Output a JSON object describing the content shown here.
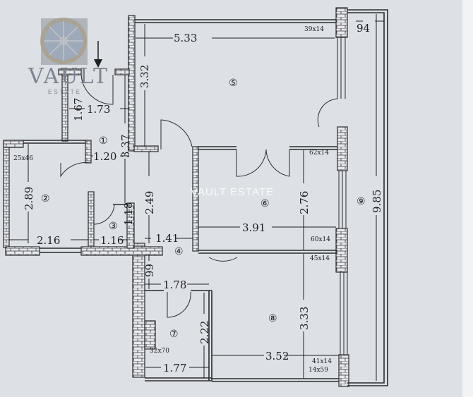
{
  "watermark": {
    "logo_text": "VAULT",
    "logo_subtext": "ESTATE",
    "center_text": "VAULT ESTATE"
  },
  "rooms": [
    {
      "number": "①"
    },
    {
      "number": "②"
    },
    {
      "number": "③"
    },
    {
      "number": "④"
    },
    {
      "number": "⑤"
    },
    {
      "number": "⑥"
    },
    {
      "number": "⑦"
    },
    {
      "number": "⑧"
    },
    {
      "number": "⑨"
    }
  ],
  "dimensions": {
    "r5_width": "5.33",
    "r5_height": "3.32",
    "balcony_width": "94",
    "balcony_length": "9.85",
    "r1_width": "1.73",
    "r1_height": "1.67",
    "r1_len": "3.37",
    "r1_door": "1.20",
    "r2_height": "2.89",
    "r2_width": "2.16",
    "r3_width": "1.16",
    "r3_height": "1.18",
    "r4_height": "2.49",
    "r4_width": "1.41",
    "r4_small": "99",
    "r4_lower": "1.78",
    "r6_height": "2.76",
    "r6_width": "3.91",
    "r7_height": "2.22",
    "r7_width": "1.77",
    "r8_height": "3.33",
    "r8_width": "3.52"
  },
  "openings": [
    "39x14",
    "62x14",
    "60x14",
    "45x14",
    "41x14",
    "14x59",
    "25x46",
    "32x70"
  ]
}
